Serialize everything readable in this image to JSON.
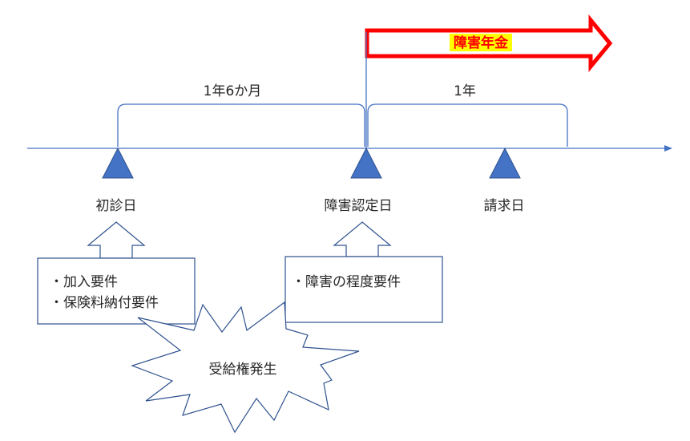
{
  "banner": {
    "label": "障害年金",
    "arrow_color": "#ff0000",
    "highlight_color": "#ffff00"
  },
  "spans": {
    "first": "1年6か月",
    "second": "1年"
  },
  "milestones": {
    "first_visit": "初診日",
    "certification": "障害認定日",
    "claim": "請求日"
  },
  "requirements": {
    "left": [
      "・加入要件",
      "・保険料納付要件"
    ],
    "right": [
      "・障害の程度要件"
    ]
  },
  "starburst": {
    "label": "受給権発生"
  },
  "colors": {
    "axis": "#4472c4",
    "marker_fill": "#4472c4",
    "marker_stroke": "#2f528f",
    "text": "#262626",
    "box_stroke": "#2f528f"
  }
}
